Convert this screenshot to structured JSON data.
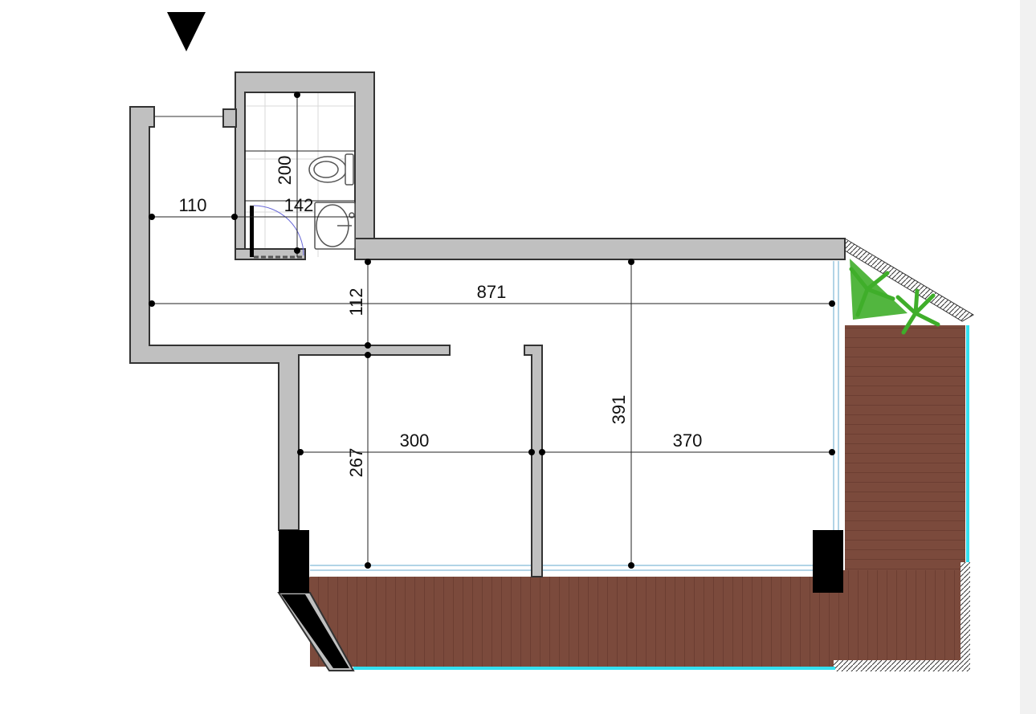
{
  "plan": {
    "dimensions": [
      {
        "id": "dim-110",
        "text": "110",
        "orientation": "horizontal"
      },
      {
        "id": "dim-142",
        "text": "142",
        "orientation": "horizontal"
      },
      {
        "id": "dim-200",
        "text": "200",
        "orientation": "vertical"
      },
      {
        "id": "dim-112",
        "text": "112",
        "orientation": "vertical"
      },
      {
        "id": "dim-871",
        "text": "871",
        "orientation": "horizontal"
      },
      {
        "id": "dim-391",
        "text": "391",
        "orientation": "vertical"
      },
      {
        "id": "dim-300",
        "text": "300",
        "orientation": "horizontal"
      },
      {
        "id": "dim-370",
        "text": "370",
        "orientation": "horizontal"
      },
      {
        "id": "dim-267",
        "text": "267",
        "orientation": "vertical"
      }
    ],
    "icons": [
      "entrance-arrow-icon",
      "toilet-icon",
      "sink-icon",
      "plant-icon"
    ],
    "colors": {
      "wall": "#c0c0c0",
      "wall_outline": "#333333",
      "deck": "#7b4a3c",
      "deck_line": "#5c3328",
      "glass": "#33e0f0",
      "plant": "#3fae2a",
      "pillar": "#000000"
    }
  }
}
